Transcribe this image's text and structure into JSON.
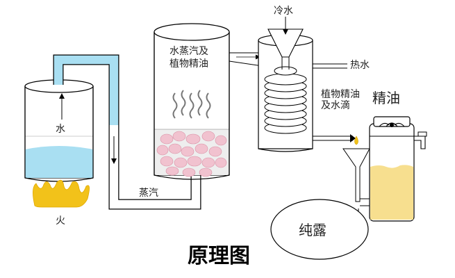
{
  "labels": {
    "cold_water": "冷水",
    "hot_water": "热水",
    "water_vapor_oil": "水蒸汽及",
    "plant_essential_oil_1": "植物精油",
    "plant_essential_oil_2": "植物精油",
    "and_water_drops": "及水滴",
    "essential_oil": "精油",
    "water": "水",
    "fire": "火",
    "steam": "蒸汽",
    "hydrosol": "纯露",
    "title": "原理图"
  },
  "colors": {
    "water": "#a9dff2",
    "pipe": "#000000",
    "flame": "#f2c21a",
    "petals": "#f1c2cf",
    "oil": "#f7df8f",
    "fog": "#e6e6e6"
  }
}
